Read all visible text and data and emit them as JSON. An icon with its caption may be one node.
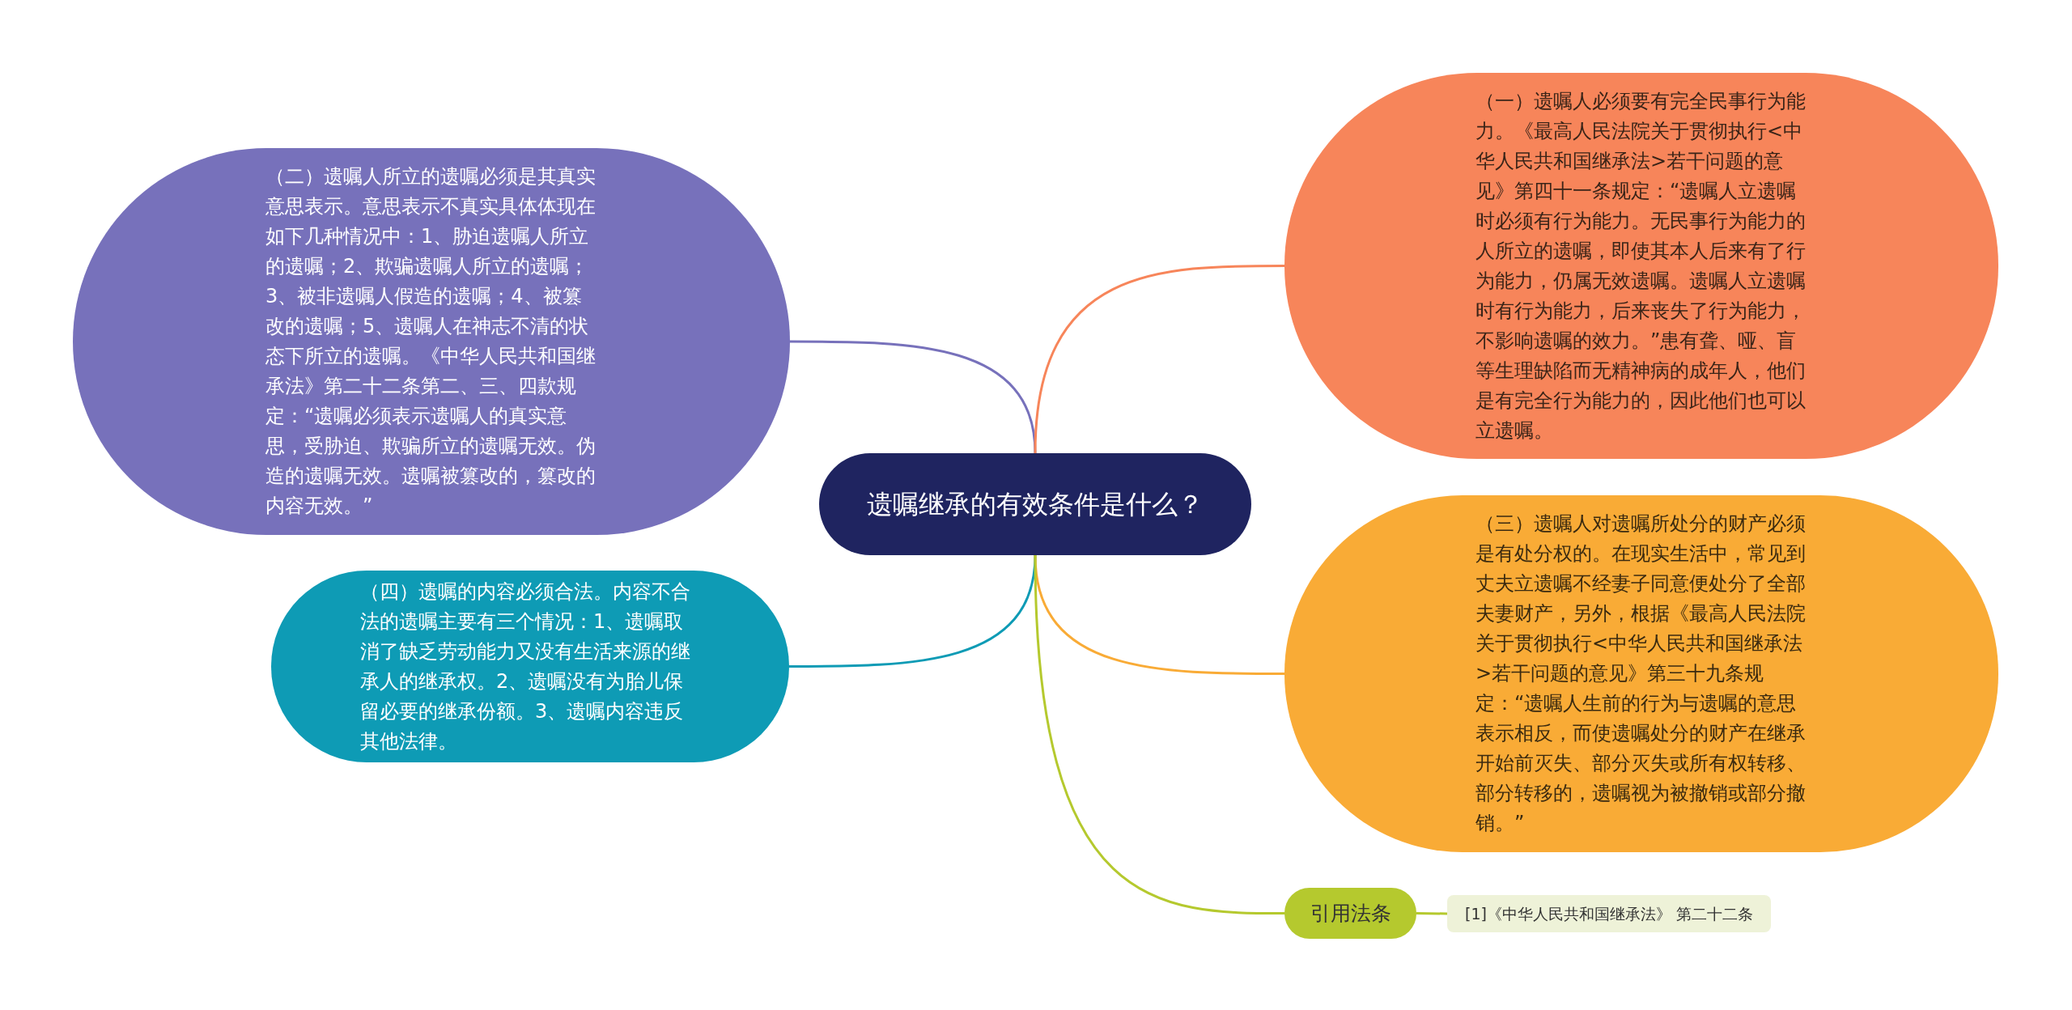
{
  "diagram": {
    "nodes": [
      {
        "text": [
          "遗嘱继承的有效条件是什么？"
        ]
      },
      {
        "text": [
          "（二）遗嘱人所立的遗嘱必须是其真实意思表示。意思表示不真实具体体现在如下几种情况中：1、胁迫遗嘱人所立的遗嘱；2、欺骗遗嘱人所立的遗嘱；3、被非遗嘱人假造的遗嘱；4、被篡改的遗嘱；5、遗嘱人在神志不清的状态下所立的遗嘱。《中华人民共和国继承法》第二十二条第二、三、四款规定：“遗嘱必须表示遗嘱人的真实意思，受胁迫、欺骗所立的遗嘱无效。伪造的遗嘱无效。遗嘱被篡改的，篡改的内容无效。”"
        ]
      },
      {
        "text": [
          "（四）遗嘱的内容必须合法。内容不合法的遗嘱主要有三个情况：1、遗嘱取消了缺乏劳动能力又没有生活来源的继承人的继承权。2、遗嘱没有为胎儿保留必要的继承份额。3、遗嘱内容违反其他法律。"
        ]
      },
      {
        "text": [
          "（一）遗嘱人必须要有完全民事行为能力。《最高人民法院关于贯彻执行<中华人民共和国继承法>若干问题的意见》第四十一条规定：“遗嘱人立遗嘱时必须有行为能力。无民事行为能力的人所立的遗嘱，即使其本人后来有了行为能力，仍属无效遗嘱。遗嘱人立遗嘱时有行为能力，后来丧失了行为能力，不影响遗嘱的效力。”患有聋、哑、盲等生理缺陷而无精神病的成年人，他们是有完全行为能力的，因此他们也可以立遗嘱。"
        ]
      },
      {
        "text": [
          "（三）遗嘱人对遗嘱所处分的财产必须是有处分权的。在现实生活中，常见到丈夫立遗嘱不经妻子同意便处分了全部夫妻财产，另外，根据《最高人民法院关于贯彻执行<中华人民共和国继承法>若干问题的意见》第三十九条规定：“遗嘱人生前的行为与遗嘱的意思表示相反，而使遗嘱处分的财产在继承开始前灭失、部分灭失或所有权转移、部分转移的，遗嘱视为被撤销或部分撤销。”"
        ]
      },
      {
        "text": [
          "引用法条"
        ]
      },
      {
        "text": [
          "[1]《中华人民共和国继承法》 第二十二条"
        ]
      }
    ],
    "edges": [
      {
        "from": 0,
        "to": 1,
        "arrow": "none",
        "color": "#7771bb"
      },
      {
        "from": 0,
        "to": 2,
        "arrow": "none",
        "color": "#0e9bb5"
      },
      {
        "from": 0,
        "to": 3,
        "arrow": "none",
        "color": "#f7855a"
      },
      {
        "from": 0,
        "to": 4,
        "arrow": "none",
        "color": "#f9ab36"
      },
      {
        "from": 0,
        "to": 5,
        "arrow": "none",
        "color": "#b5c92e"
      },
      {
        "from": 5,
        "to": 6,
        "arrow": "none",
        "color": "#b5c92e"
      }
    ]
  }
}
